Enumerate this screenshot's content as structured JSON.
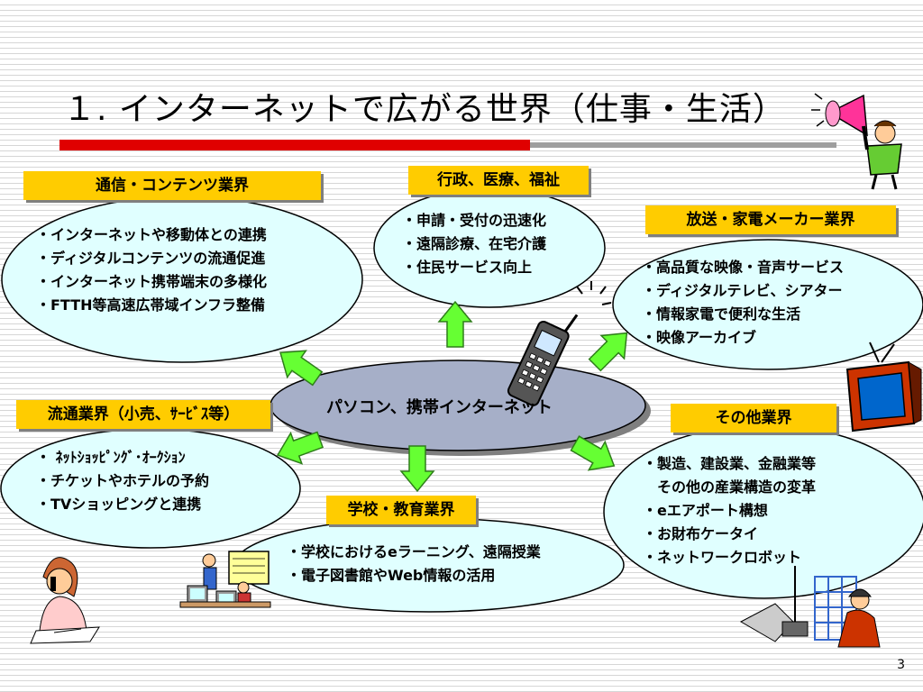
{
  "slide": {
    "title": "１. インターネットで広がる世界（仕事・生活）",
    "page_number": "3"
  },
  "center": {
    "label": "パソコン、携帯インターネット"
  },
  "sectors": {
    "telecom": {
      "label": "通信・コンテンツ業界",
      "items": [
        "・インターネットや移動体との連携",
        "・ディジタルコンテンツの流通促進",
        "・インターネット携帯端末の多様化",
        "・FTTH等高速広帯域インフラ整備"
      ]
    },
    "government": {
      "label": "行政、医療、福祉",
      "items": [
        "・申請・受付の迅速化",
        "・遠隔診療、在宅介護",
        "・住民サービス向上"
      ]
    },
    "broadcast": {
      "label": "放送・家電メーカー業界",
      "items": [
        "・高品質な映像・音声サービス",
        "・ディジタルテレビ、シアター",
        "・情報家電で便利な生活",
        "・映像アーカイブ"
      ]
    },
    "retail": {
      "label": "流通業界（小売、ｻｰﾋﾞｽ等）",
      "items": [
        "・ ﾈｯﾄｼｮｯﾋﾟﾝｸﾞ･ｵｰｸｼｮﾝ",
        "・チケットやホテルの予約",
        "・TVショッピングと連携"
      ]
    },
    "education": {
      "label": "学校・教育業界",
      "items": [
        "・学校におけるeラーニング、遠隔授業",
        "・電子図書館やWeb情報の活用"
      ]
    },
    "other": {
      "label": "その他業界",
      "items": [
        "・製造、建設業、金融業等",
        "　その他の産業構造の変革",
        "・eエアポート構想",
        "・お財布ケータイ",
        "・ネットワークロボット"
      ]
    }
  },
  "colors": {
    "label_fill": "#ffcc00",
    "ellipse_fill": "#e0ffff",
    "center_fill": "#a6afc8",
    "arrow_fill": "#66ff33",
    "title_bar": "#e00000"
  }
}
